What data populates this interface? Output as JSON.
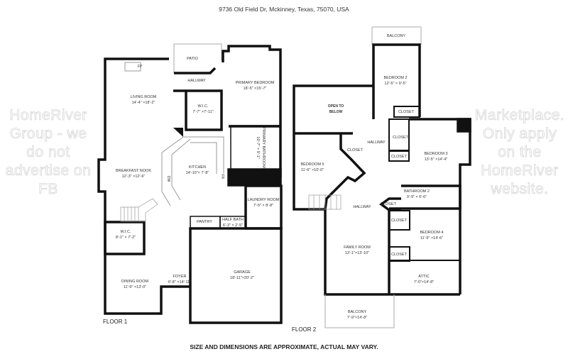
{
  "title": "9736 Old Field Dr, Mckinney, Texas, 75070, USA",
  "footer": "SIZE AND DIMENSIONS ARE APPROXIMATE, ACTUAL MAY VARY.",
  "watermark": {
    "line1": "HomeRiver Group - we do not advertise on FB",
    "line2": "Marketplace. Only apply on the HomeRiver website."
  },
  "floor1": {
    "label": "FLOOR 1",
    "rooms": [
      {
        "name": "PATIO",
        "dims": ""
      },
      {
        "name": "HALLWAY",
        "dims": ""
      },
      {
        "name": "PRIMARY BEDROOM",
        "dims": "18'-5\" ×15'-7\""
      },
      {
        "name": "LIVING ROOM",
        "dims": "14'-4\" ×18'-2\""
      },
      {
        "name": "W.I.C.",
        "dims": "7'-7\" ×7'-11\""
      },
      {
        "name": "PRIMARY BATHROOM",
        "dims": "10'-7\" × 9'-1\""
      },
      {
        "name": "BREAKFAST NOOK",
        "dims": "12'-3\" ×12'-6\""
      },
      {
        "name": "KITCHEN",
        "dims": "14'-10\"× 7'-8\""
      },
      {
        "name": "LAUNDRY ROOM",
        "dims": "7'-5\" × 8'-8\""
      },
      {
        "name": "PANTRY",
        "dims": ""
      },
      {
        "name": "HALF BATH",
        "dims": "6'-3\" × 2'-5\""
      },
      {
        "name": "W.I.C.",
        "dims": "8'-1\" × 7'-2\""
      },
      {
        "name": "DINING ROOM",
        "dims": "11'-9\" ×13'-0\""
      },
      {
        "name": "FOYER",
        "dims": "6'-8\" ×14'-11\""
      },
      {
        "name": "GARAGE",
        "dims": "18'-11\"×20'-2\""
      }
    ],
    "fixtures": {
      "fireplace": "FP",
      "dishwasher": "DW",
      "fridge": "FR"
    }
  },
  "floor2": {
    "label": "FLOOR 2",
    "rooms": [
      {
        "name": "BALCONY",
        "dims": ""
      },
      {
        "name": "BEDROOM 2",
        "dims": "12'-5\" × 9'-5\""
      },
      {
        "name": "OPEN TO BELOW",
        "dims": ""
      },
      {
        "name": "CLOSET",
        "dims": ""
      },
      {
        "name": "HALLWAY",
        "dims": ""
      },
      {
        "name": "CLOSET",
        "dims": ""
      },
      {
        "name": "CLOSET",
        "dims": ""
      },
      {
        "name": "CLOSET",
        "dims": ""
      },
      {
        "name": "BEDROOM 3",
        "dims": "13'-5\" ×14'-4\""
      },
      {
        "name": "BEDROOM 5",
        "dims": "11'-6\" ×10'-0\""
      },
      {
        "name": "BATHROOM 2",
        "dims": "9'-9\" × 6'-6\""
      },
      {
        "name": "HALLWAY",
        "dims": ""
      },
      {
        "name": "CLOSET",
        "dims": ""
      },
      {
        "name": "CLOSET",
        "dims": ""
      },
      {
        "name": "BEDROOM 4",
        "dims": "11'-9\" ×14'-6\""
      },
      {
        "name": "FAMILY ROOM",
        "dims": "13'-1\"×13'-10\""
      },
      {
        "name": "CLOSET",
        "dims": ""
      },
      {
        "name": "ATTIC",
        "dims": "7'-0\"×14'-8\""
      },
      {
        "name": "BALCONY",
        "dims": "7'-9\"×14'-8\""
      }
    ]
  }
}
